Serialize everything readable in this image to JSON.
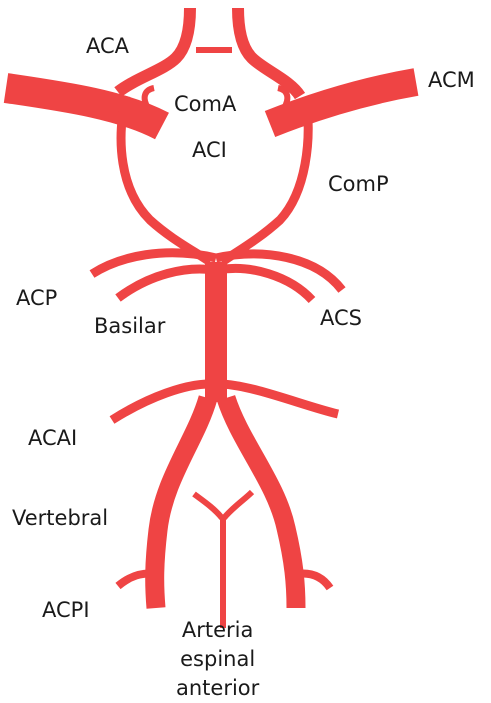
{
  "colors": {
    "artery": "#ef4444",
    "artery_outline": "#ffffff",
    "label_text": "#1a1a1a",
    "background": "#ffffff"
  },
  "labels": {
    "aca": "ACA",
    "acm": "ACM",
    "coma": "ComA",
    "aci": "ACI",
    "comp": "ComP",
    "acp": "ACP",
    "basilar": "Basilar",
    "acs": "ACS",
    "acai": "ACAI",
    "vertebral": "Vertebral",
    "acpi": "ACPI",
    "arteria_espinal_anterior": [
      "Arteria",
      "espinal",
      "anterior"
    ]
  }
}
